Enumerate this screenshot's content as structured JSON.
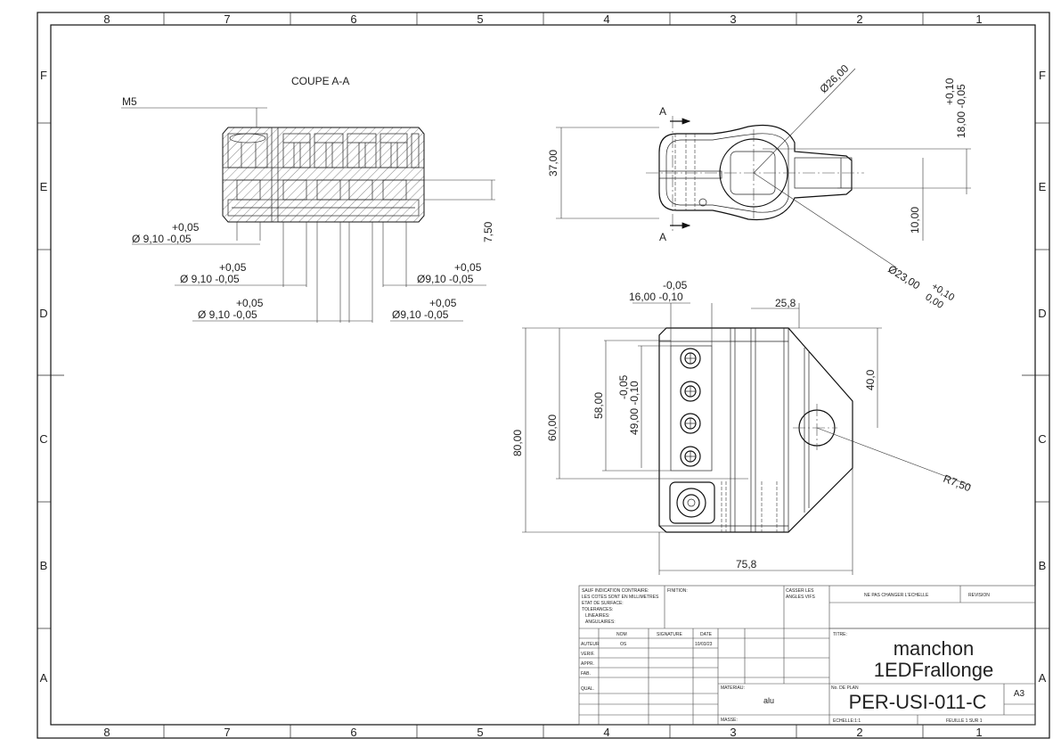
{
  "frame": {
    "col_labels": [
      "8",
      "7",
      "6",
      "5",
      "4",
      "3",
      "2",
      "1"
    ],
    "row_labels": [
      "F",
      "E",
      "D",
      "C",
      "B",
      "A"
    ]
  },
  "section_view": {
    "title": "COUPE A-A",
    "thread": "M5",
    "dims": [
      {
        "upper": "+0,05",
        "main": "Ø 9,10 -0,05"
      },
      {
        "upper": "+0,05",
        "main": "Ø 9,10 -0,05"
      },
      {
        "upper": "+0,05",
        "main": "Ø9,10 -0,05"
      },
      {
        "upper": "+0,05",
        "main": "Ø 9,10 -0,05"
      },
      {
        "upper": "+0,05",
        "main": "Ø9,10 -0,05"
      }
    ],
    "height_dim": "7,50"
  },
  "top_view": {
    "section_marker": "A",
    "dim_height": "37,00",
    "dim_bore": "Ø26,00",
    "dim_overall_upper": "+0,10",
    "dim_overall": "18,00 -0,05",
    "dim_tab": "10,00",
    "dim_inner_bore": "Ø23,00",
    "dim_inner_bore_tol_upper": "+0,10",
    "dim_inner_bore_tol_lower": "0,00"
  },
  "front_view": {
    "dim_width_upper": "-0,05",
    "dim_width": "16,00 -0,10",
    "dim_offset": "25,8",
    "dim_80": "80,00",
    "dim_60": "60,00",
    "dim_58": "58,00",
    "dim_49_upper": "-0,05",
    "dim_49": "49,00 -0,10",
    "dim_40": "40,0",
    "dim_radius": "R7,50",
    "dim_75": "75,8"
  },
  "title_block": {
    "note_lines": [
      "SAUF INDICATION CONTRAIRE:",
      "LES COTES SONT EN MILLIMETRES",
      "ETAT DE SURFACE:",
      "TOLERANCES:",
      "LINEAIRES:",
      "ANGULAIRES:"
    ],
    "finition": "FINITION:",
    "casser": [
      "CASSER LES",
      "ANGLES VIFS"
    ],
    "ne_pas": "NE PAS CHANGER L'ECHELLE",
    "revision": "REVISION",
    "headers": {
      "nom": "NOM",
      "signature": "SIGNATURE",
      "date": "DATE"
    },
    "rows": [
      {
        "role": "AUTEUR",
        "nom": "OS",
        "date": "10/03/23"
      },
      {
        "role": "VERIF.",
        "nom": "",
        "date": ""
      },
      {
        "role": "APPR.",
        "nom": "",
        "date": ""
      },
      {
        "role": "FAB.",
        "nom": "",
        "date": ""
      },
      {
        "role": "QUAL.",
        "nom": "",
        "date": ""
      }
    ],
    "titre_label": "TITRE:",
    "title_line1": "manchon",
    "title_line2": "1EDFrallonge",
    "materiau_label": "MATERIAU:",
    "materiau": "alu",
    "masse_label": "MASSE:",
    "plan_label": "No. DE PLAN",
    "plan_number": "PER-USI-011-C",
    "format": "A3",
    "echelle": "ECHELLE:1:1",
    "feuille": "FEUILLE 1 SUR 1"
  }
}
